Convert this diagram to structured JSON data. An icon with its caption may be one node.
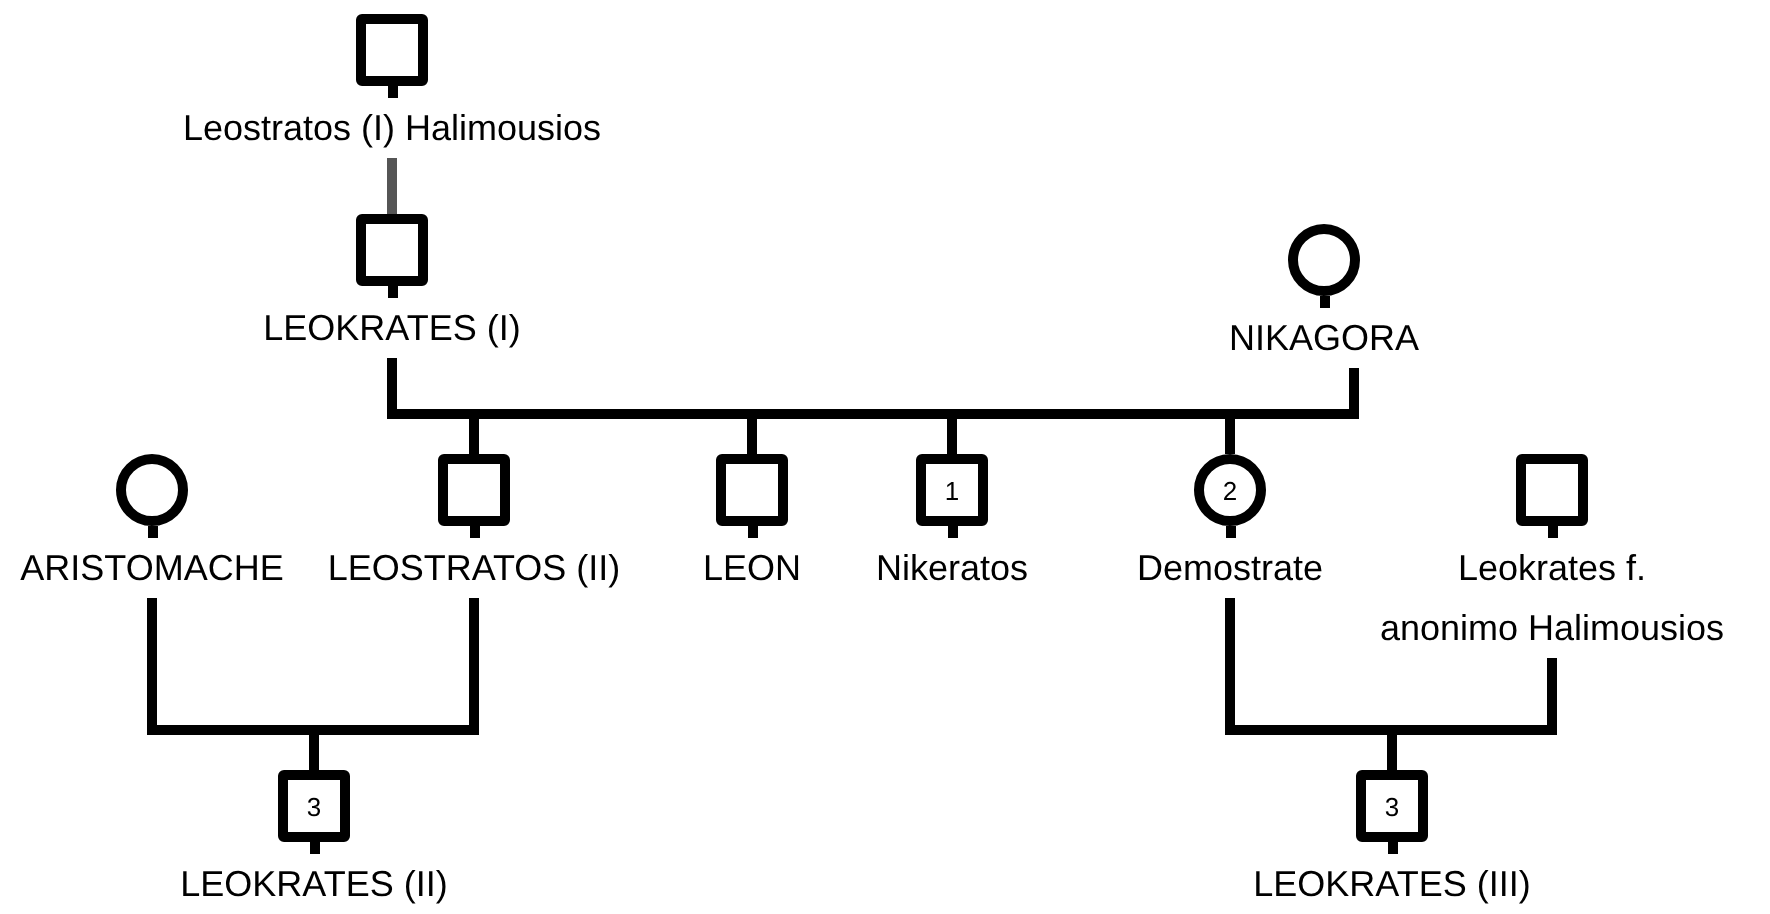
{
  "diagram": {
    "nodes": [
      {
        "text": [],
        "shape": "box",
        "beside": [
          "Leostratos (I) Halimousios"
        ]
      },
      {
        "text": [],
        "shape": "box",
        "beside": [
          "LEOKRATES (I)"
        ]
      },
      {
        "text": [],
        "shape": "circle",
        "beside": [
          "NIKAGORA"
        ]
      },
      {
        "text": [],
        "shape": "circle",
        "beside": [
          "ARISTOMACHE"
        ]
      },
      {
        "text": [],
        "shape": "box",
        "beside": [
          "LEOSTRATOS (II)"
        ]
      },
      {
        "text": [],
        "shape": "box",
        "beside": [
          "LEON"
        ]
      },
      {
        "text": [
          "1"
        ],
        "beside": [
          "Nikeratos"
        ]
      },
      {
        "text": [
          "2"
        ],
        "beside": [
          "Demostrate"
        ]
      },
      {
        "text": [],
        "shape": "box",
        "beside": [
          "Leokrates f.",
          "anonimo Halimousios"
        ]
      },
      {
        "text": [
          "3"
        ],
        "beside": [
          "LEOKRATES (II)"
        ]
      },
      {
        "text": [
          "3"
        ],
        "beside": [
          "LEOKRATES (III)"
        ]
      }
    ],
    "edges": [
      {
        "from": 0,
        "to": 1,
        "arrow": "none",
        "color": "#555555"
      },
      {
        "from": 1,
        "to": 4,
        "arrow": "none"
      },
      {
        "from": 1,
        "to": 5,
        "arrow": "none"
      },
      {
        "from": 1,
        "to": 6,
        "arrow": "none"
      },
      {
        "from": 1,
        "to": 7,
        "arrow": "none"
      },
      {
        "from": 2,
        "to": 4,
        "arrow": "none"
      },
      {
        "from": 2,
        "to": 5,
        "arrow": "none"
      },
      {
        "from": 2,
        "to": 6,
        "arrow": "none"
      },
      {
        "from": 2,
        "to": 7,
        "arrow": "none"
      },
      {
        "from": 3,
        "to": 9,
        "arrow": "none"
      },
      {
        "from": 4,
        "to": 9,
        "arrow": "none"
      },
      {
        "from": 7,
        "to": 10,
        "arrow": "none"
      },
      {
        "from": 8,
        "to": 10,
        "arrow": "none"
      }
    ]
  }
}
